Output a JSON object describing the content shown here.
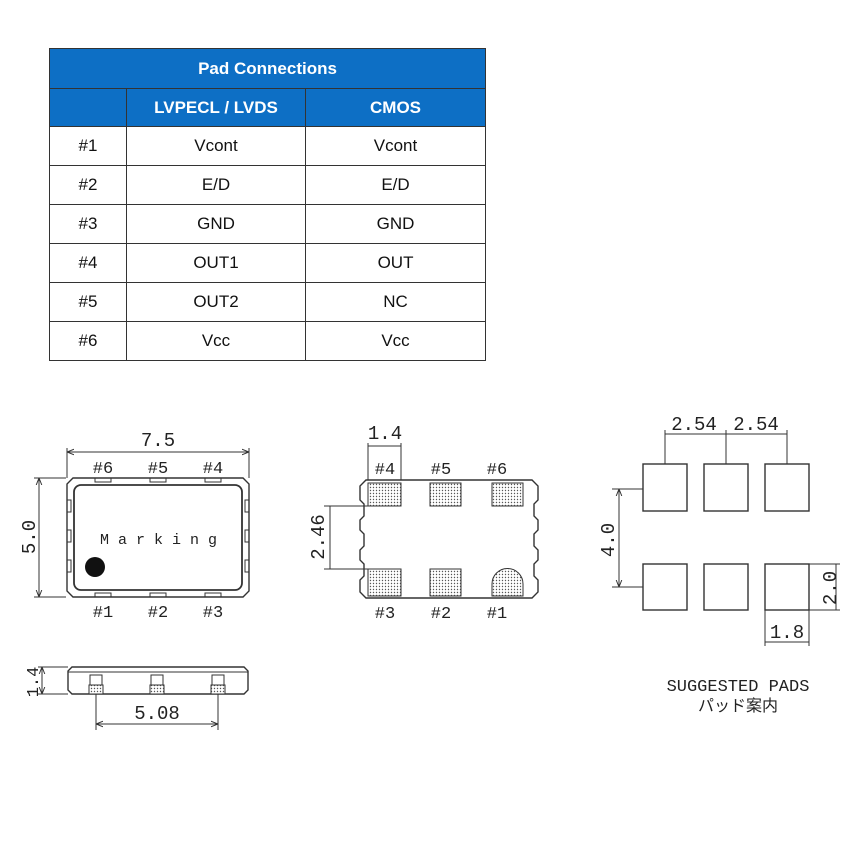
{
  "table": {
    "title": "Pad Connections",
    "headers": [
      "",
      "LVPECL / LVDS",
      "CMOS"
    ],
    "rows": [
      [
        "#1",
        "Vcont",
        "Vcont"
      ],
      [
        "#2",
        "E/D",
        "E/D"
      ],
      [
        "#3",
        "GND",
        "GND"
      ],
      [
        "#4",
        "OUT1",
        "OUT"
      ],
      [
        "#5",
        "OUT2",
        "NC"
      ],
      [
        "#6",
        "Vcc",
        "Vcc"
      ]
    ],
    "header_color": "#0d6fc5"
  },
  "top_view": {
    "width_dim": "7.5",
    "height_dim": "5.0",
    "marking": "M a r k i n g",
    "pins_top": [
      "#6",
      "#5",
      "#4"
    ],
    "pins_bottom": [
      "#1",
      "#2",
      "#3"
    ]
  },
  "side_view": {
    "height_dim": "1.4",
    "pitch_dim": "5.08"
  },
  "bottom_view": {
    "pad_width_dim": "1.4",
    "gap_dim": "2.46",
    "pins_top": [
      "#4",
      "#5",
      "#6"
    ],
    "pins_bottom": [
      "#3",
      "#2",
      "#1"
    ]
  },
  "suggested_pads": {
    "pitch_left": "2.54",
    "pitch_right": "2.54",
    "height_dim": "4.0",
    "pad_height": "2.0",
    "pad_width": "1.8",
    "caption_en": "SUGGESTED PADS",
    "caption_jp": "パッド案内"
  }
}
